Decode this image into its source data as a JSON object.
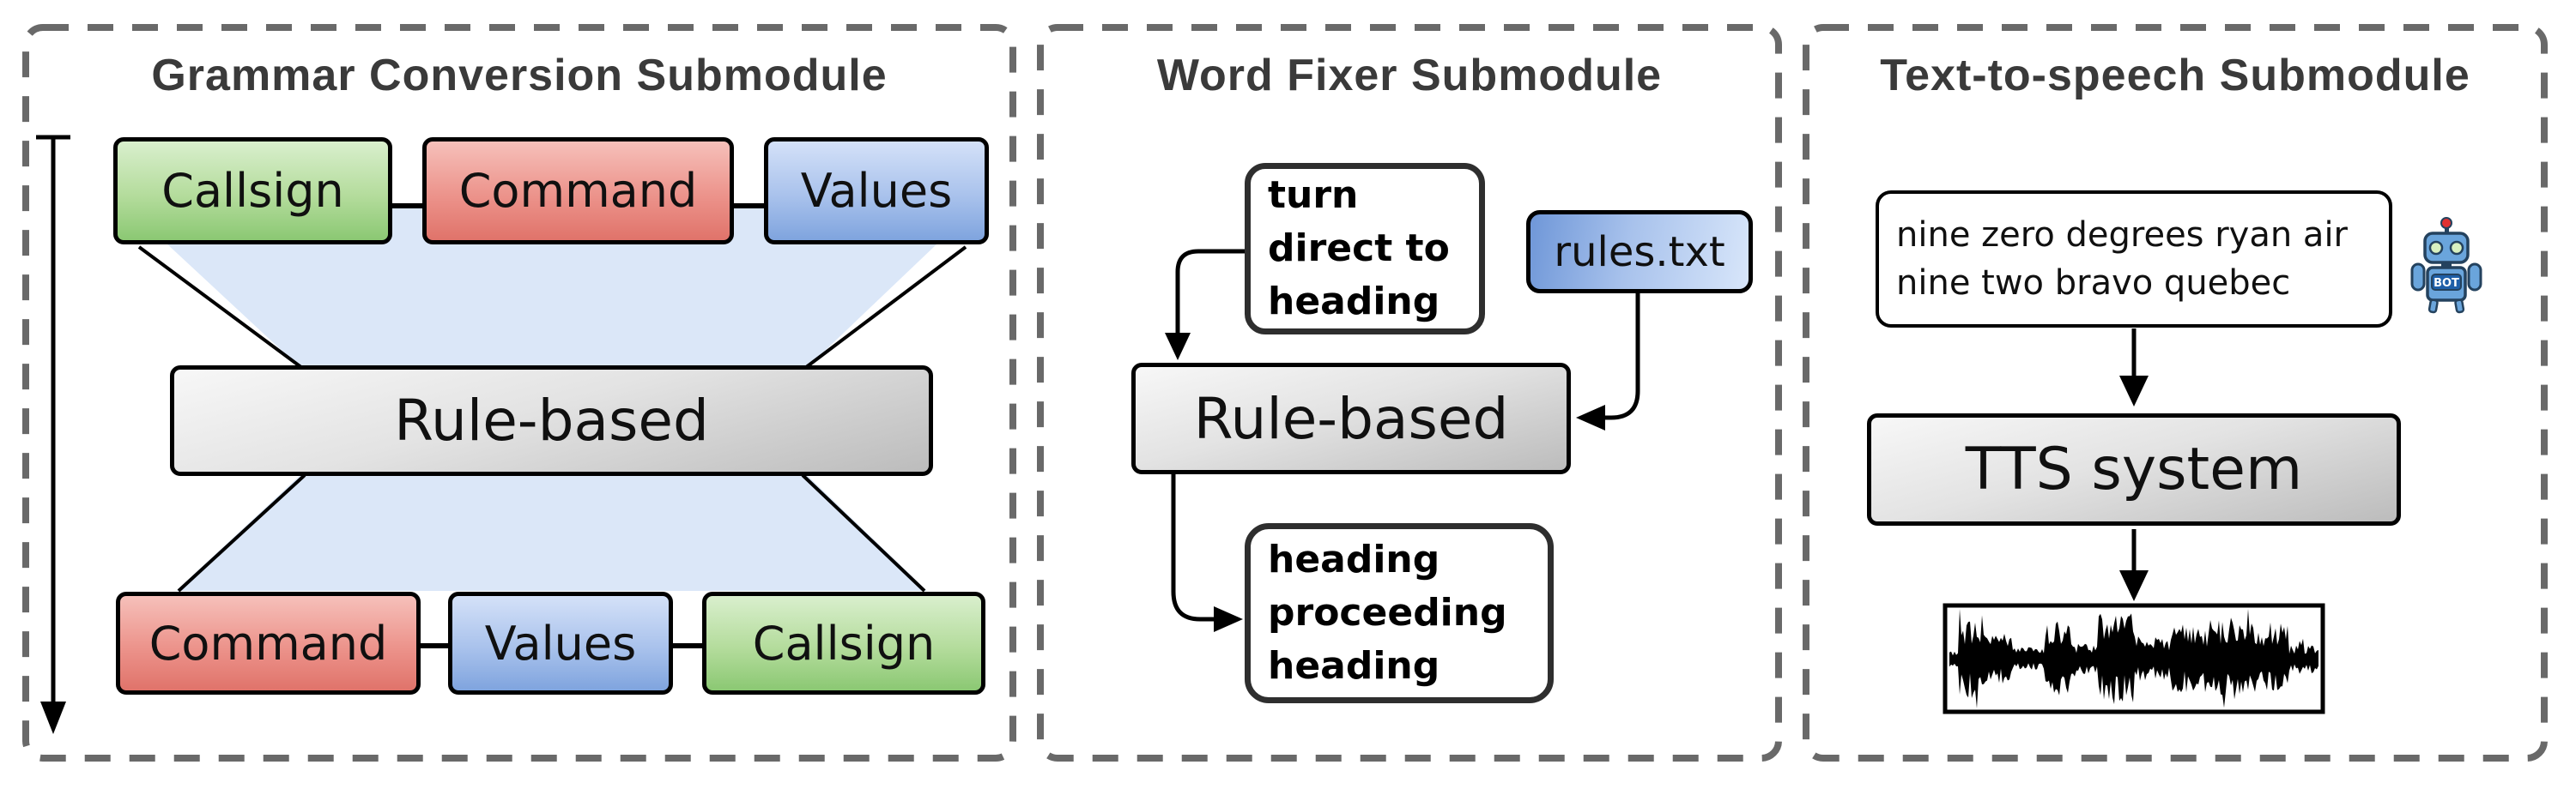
{
  "panels": {
    "grammar": {
      "title": "Grammar Conversion Submodule",
      "top_row": [
        "Callsign",
        "Command",
        "Values"
      ],
      "center_box": "Rule-based",
      "bottom_row": [
        "Command",
        "Values",
        "Callsign"
      ]
    },
    "word_fixer": {
      "title": "Word Fixer Submodule",
      "input_lines": [
        "turn",
        "direct to",
        "heading"
      ],
      "rules_file": "rules.txt",
      "center_box": "Rule-based",
      "output_lines": [
        "heading",
        "proceeding",
        "heading"
      ]
    },
    "tts": {
      "title": "Text-to-speech Submodule",
      "input_lines": [
        "nine zero degrees ryan air",
        "nine two bravo quebec"
      ],
      "robot_icon_label": "BOT",
      "center_box": "TTS system"
    }
  },
  "colors": {
    "panel_dash_border": "#696969",
    "title_text": "#3a3a3a",
    "callsign_green_top": "#d9efcd",
    "callsign_green_bottom": "#8bc873",
    "command_red_top": "#f6c0ba",
    "command_red_bottom": "#e0736a",
    "values_blue_top": "#d4e1f8",
    "values_blue_bottom": "#7fa4de",
    "rule_gray_top": "#f7f7f7",
    "rule_gray_bottom": "#bcbcbc",
    "funnel_fill": "#dbe7f8",
    "rules_file_blue": "#6f97d8",
    "waveform": "#000000",
    "robot_blue": "#6aa5dc"
  }
}
